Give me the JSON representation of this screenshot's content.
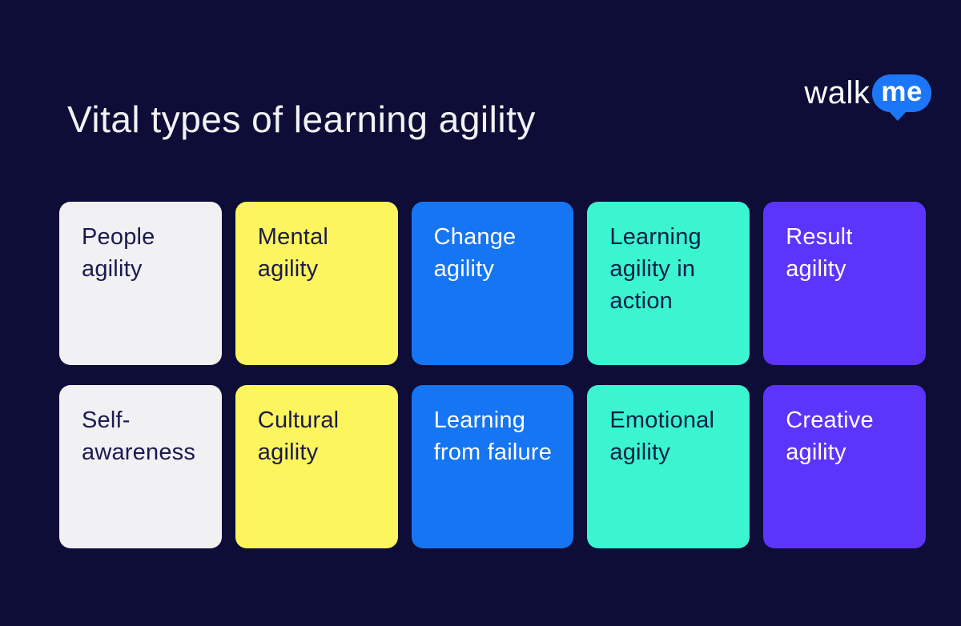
{
  "page": {
    "background_color": "#0e0d38"
  },
  "header": {
    "title": "Vital types of learning agility",
    "logo": {
      "prefix": "walk",
      "suffix": "me",
      "bubble_color": "#1b77f7",
      "text_color": "#ffffff"
    }
  },
  "palette": {
    "off_white": "#f1f0f2",
    "yellow": "#fcf55e",
    "blue": "#1675f2",
    "teal": "#3bf4d0",
    "purple": "#5d34fb",
    "dark_text": "#1b1a4e",
    "teal_card_text": "#0a2145",
    "white_text": "#ffffff"
  },
  "cards": [
    {
      "label": "People agility",
      "bg": "#f1f0f2",
      "fg": "#1b1a4e"
    },
    {
      "label": "Mental agility",
      "bg": "#fcf55e",
      "fg": "#1b1a4e"
    },
    {
      "label": "Change agility",
      "bg": "#1675f2",
      "fg": "#ffffff"
    },
    {
      "label": "Learning agility in action",
      "bg": "#3bf4d0",
      "fg": "#0a2145"
    },
    {
      "label": "Result agility",
      "bg": "#5d34fb",
      "fg": "#ffffff"
    },
    {
      "label": "Self-awareness",
      "bg": "#f1f0f2",
      "fg": "#1b1a4e"
    },
    {
      "label": "Cultural agility",
      "bg": "#fcf55e",
      "fg": "#1b1a4e"
    },
    {
      "label": "Learning from failure",
      "bg": "#1675f2",
      "fg": "#ffffff"
    },
    {
      "label": "Emotional agility",
      "bg": "#3bf4d0",
      "fg": "#0a2145"
    },
    {
      "label": "Creative agility",
      "bg": "#5d34fb",
      "fg": "#ffffff"
    }
  ]
}
